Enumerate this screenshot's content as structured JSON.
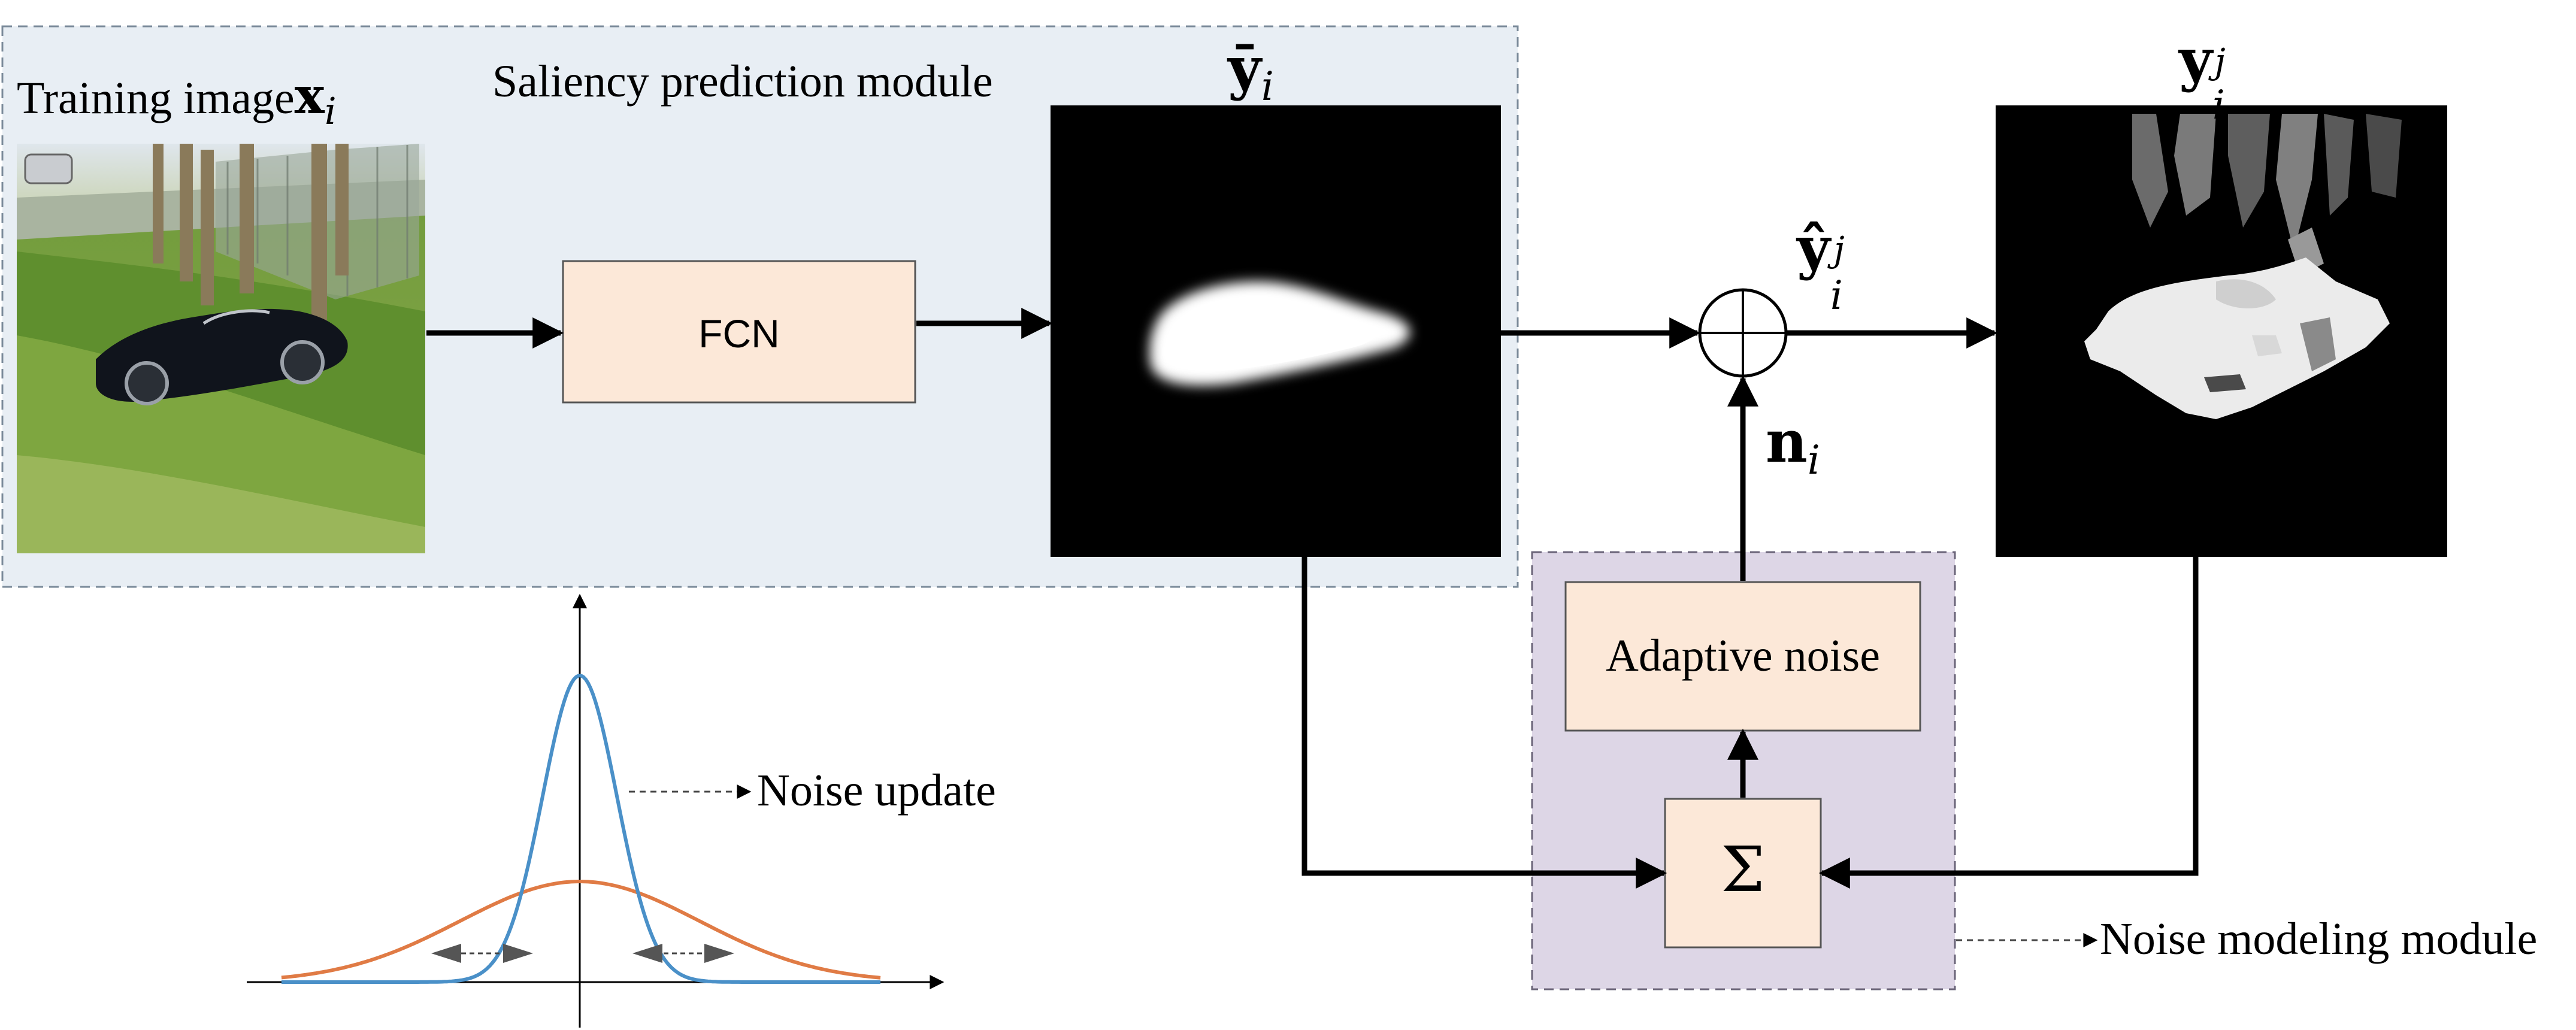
{
  "prediction_module": {
    "label": "Saliency prediction module",
    "bg_color": "#e8eef4"
  },
  "training_image": {
    "label": "Training image",
    "symbol": "x",
    "symbol_sub": "i"
  },
  "fcn_box": {
    "label": "FCN",
    "fill": "#fce8d8"
  },
  "saliency_map": {
    "symbol": "ȳ",
    "symbol_sub": "i"
  },
  "noisy_label": {
    "symbol": "ŷ",
    "symbol_sub": "i",
    "symbol_sup": "j"
  },
  "target_map": {
    "symbol": "y",
    "symbol_sub": "i",
    "symbol_sup": "j"
  },
  "noise_vector": {
    "symbol": "n",
    "symbol_sub": "i"
  },
  "noise_module": {
    "label": "Noise modeling module",
    "bg_color": "#ddd6e6",
    "adaptive_noise_label": "Adaptive noise",
    "sum_symbol": "Σ",
    "box_fill": "#fce8d8"
  },
  "gaussian_plot": {
    "update_label": "Noise update",
    "narrow_color": "#4a90c8",
    "wide_color": "#e07b45"
  }
}
